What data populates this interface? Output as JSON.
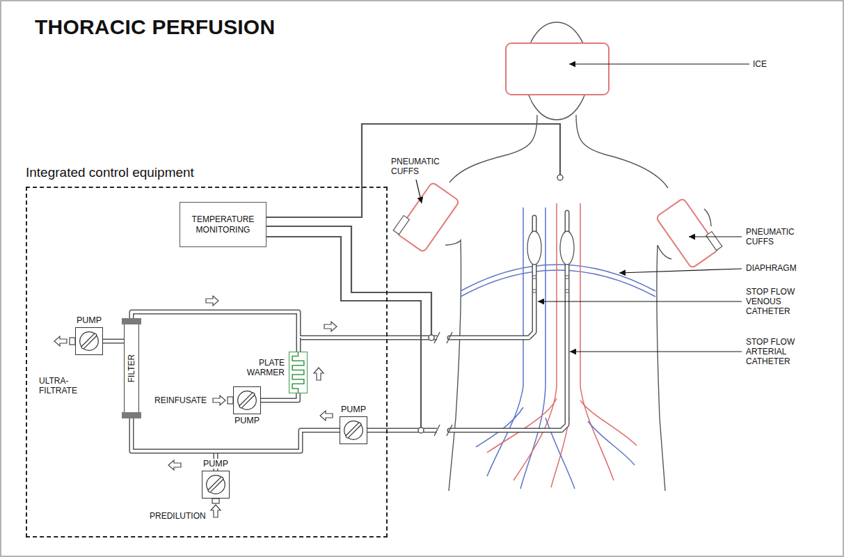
{
  "diagram": {
    "title": "THORACIC PERFUSION",
    "nodes": [
      {
        "text": [
          "Integrated control equipment"
        ]
      },
      {
        "text": [
          "TEMPERATURE MONITORING"
        ],
        "in": 0
      },
      {
        "text": [
          "PUMP"
        ],
        "in": 0
      },
      {
        "text": [
          "FILTER"
        ],
        "in": 0
      },
      {
        "text": [
          "PUMP"
        ],
        "in": 0
      },
      {
        "text": [
          "PLATE WARMER"
        ],
        "in": 0
      },
      {
        "text": [
          "PUMP"
        ],
        "in": 0
      },
      {
        "text": [
          "PUMP"
        ],
        "in": 0
      }
    ],
    "edges": [
      {
        "from": 6,
        "to": 3,
        "arrow": "none"
      },
      {
        "from": 3,
        "to": 2,
        "arrow": "none"
      },
      {
        "from": 4,
        "to": 5,
        "arrow": "none"
      }
    ],
    "labels": [
      "ICE",
      "PNEUMATIC CUFFS",
      "PNEUMATIC CUFFS",
      "DIAPHRAGM",
      "STOP FLOW VENOUS CATHETER",
      "STOP FLOW ARTERIAL CATHETER",
      "ULTRA-FILTRATE",
      "REINFUSATE",
      "PREDILUTION"
    ]
  }
}
